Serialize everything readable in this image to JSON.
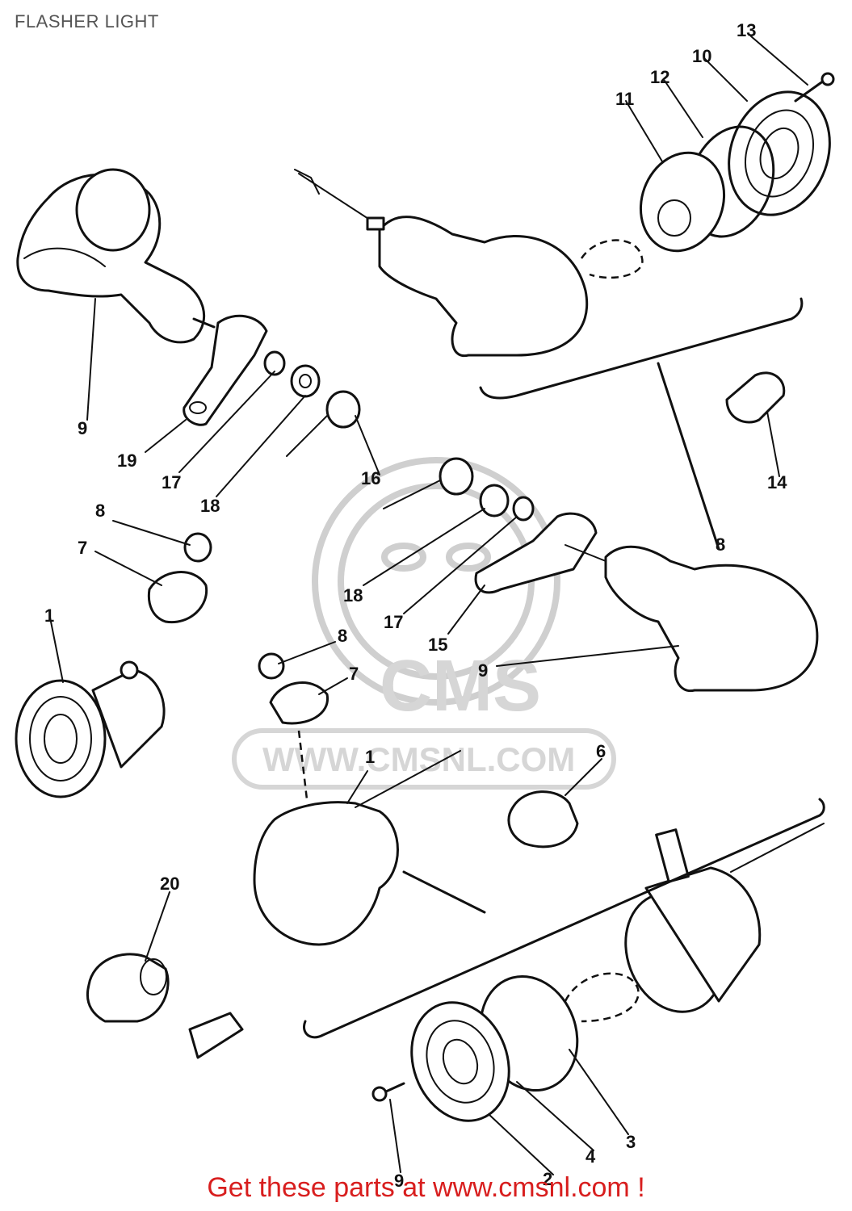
{
  "title": "FLASHER LIGHT",
  "footer": "Get these parts at www.cmsnl.com !",
  "watermark": {
    "logo_text": "CMS",
    "url_text": "WWW.CMSNL.COM"
  },
  "callouts": [
    "1",
    "1",
    "2",
    "3",
    "4",
    "6",
    "7",
    "7",
    "8",
    "8",
    "8",
    "9",
    "9",
    "9",
    "10",
    "11",
    "12",
    "13",
    "14",
    "15",
    "16",
    "17",
    "17",
    "18",
    "18",
    "19",
    "20"
  ],
  "colors": {
    "footer_text": "#d81e1e",
    "title_text": "#555555",
    "line_art": "#111111",
    "watermark": "#d0d0d0"
  }
}
